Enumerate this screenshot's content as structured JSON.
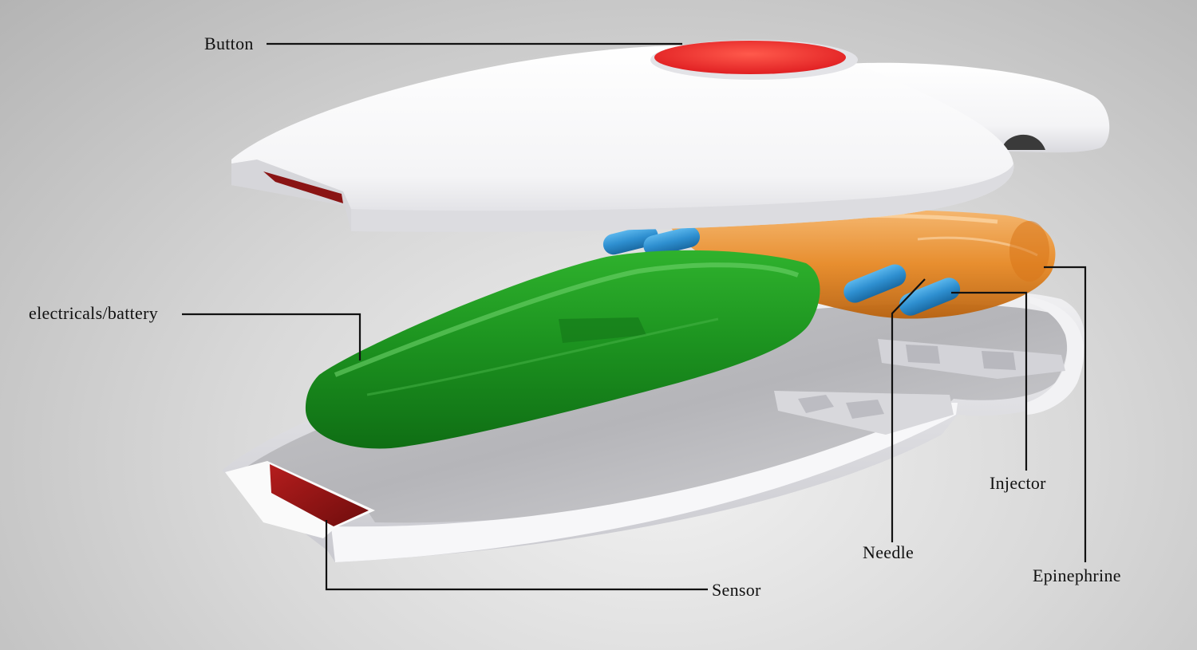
{
  "labels": {
    "button": "Button",
    "electricals": "electricals/battery",
    "injector": "Injector",
    "needle": "Needle",
    "epinephrine": "Epinephrine",
    "sensor": "Sensor"
  },
  "colors": {
    "button": "#e8262a",
    "shell": "#ffffff",
    "battery": "#1e8f22",
    "needle": "#2e8fd0",
    "epinephrine": "#e8841e",
    "sensor": "#8a1414",
    "leader_line": "#111111"
  }
}
